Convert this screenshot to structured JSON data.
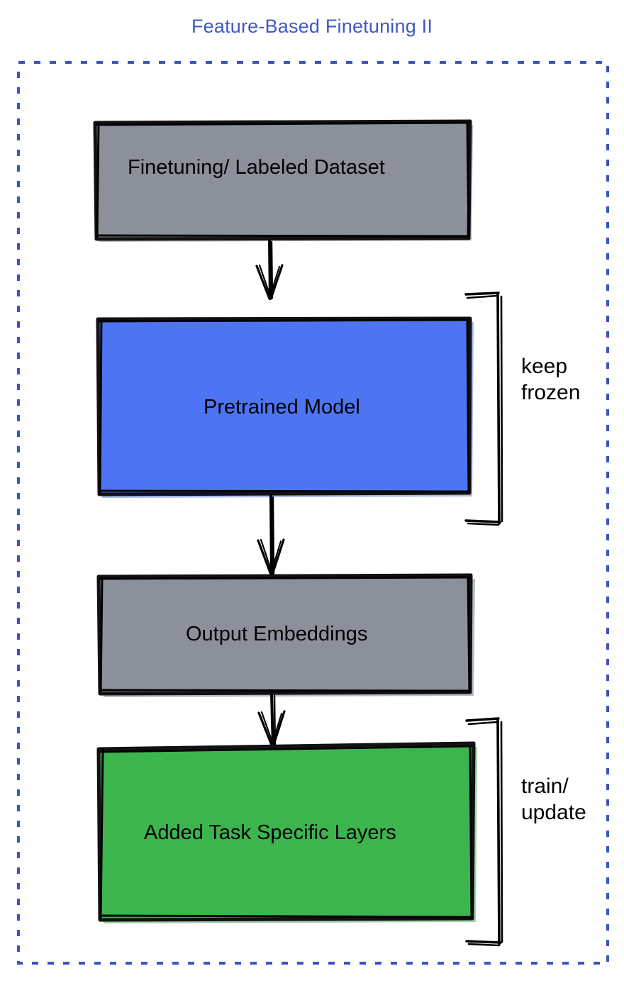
{
  "diagram": {
    "title": "Feature-Based Finetuning II",
    "title_color": "#3f58c6",
    "background_color": "#ffffff",
    "outer_border": {
      "style": "dashed",
      "color": "#3b55c0",
      "name": "dashed-boundary"
    },
    "nodes": [
      {
        "id": "finetuning-dataset",
        "label": "Finetuning/ Labeled Dataset",
        "fill": "#8b909a",
        "stroke": "#000000",
        "text_color": "#000000"
      },
      {
        "id": "pretrained-model",
        "label": "Pretrained Model",
        "fill": "#4d74f2",
        "stroke": "#000000",
        "text_color": "#000000"
      },
      {
        "id": "output-embeddings",
        "label": "Output Embeddings",
        "fill": "#8b909a",
        "stroke": "#000000",
        "text_color": "#000000"
      },
      {
        "id": "added-task-specific-layers",
        "label": "Added Task Specific Layers",
        "fill": "#3cb54e",
        "stroke": "#000000",
        "text_color": "#000000"
      }
    ],
    "edges": [
      {
        "id": "edge-dataset-to-model",
        "from": "finetuning-dataset",
        "to": "pretrained-model",
        "arrow": "down"
      },
      {
        "id": "edge-model-to-embeddings",
        "from": "pretrained-model",
        "to": "output-embeddings",
        "arrow": "down"
      },
      {
        "id": "edge-embeddings-to-layers",
        "from": "output-embeddings",
        "to": "added-task-specific-layers",
        "arrow": "down"
      }
    ],
    "annotations": [
      {
        "id": "keep-frozen",
        "target": "pretrained-model",
        "line1": "keep",
        "line2": "frozen",
        "bracket": "right-brace"
      },
      {
        "id": "train-update",
        "target": "added-task-specific-layers",
        "line1": "train/",
        "line2": "update",
        "bracket": "right-brace"
      }
    ]
  }
}
